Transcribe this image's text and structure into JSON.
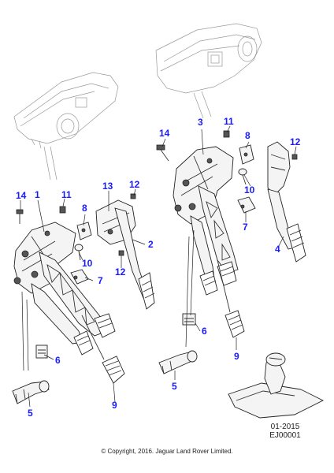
{
  "callouts": [
    {
      "id": "c1",
      "label": "1"
    },
    {
      "id": "c2",
      "label": "2"
    },
    {
      "id": "c3",
      "label": "3"
    },
    {
      "id": "c4",
      "label": "4"
    },
    {
      "id": "c5a",
      "label": "5"
    },
    {
      "id": "c5b",
      "label": "5"
    },
    {
      "id": "c6a",
      "label": "6"
    },
    {
      "id": "c6b",
      "label": "6"
    },
    {
      "id": "c7a",
      "label": "7"
    },
    {
      "id": "c7b",
      "label": "7"
    },
    {
      "id": "c8a",
      "label": "8"
    },
    {
      "id": "c8b",
      "label": "8"
    },
    {
      "id": "c9a",
      "label": "9"
    },
    {
      "id": "c9b",
      "label": "9"
    },
    {
      "id": "c10a",
      "label": "10"
    },
    {
      "id": "c10b",
      "label": "10"
    },
    {
      "id": "c11a",
      "label": "11"
    },
    {
      "id": "c11b",
      "label": "11"
    },
    {
      "id": "c12a",
      "label": "12"
    },
    {
      "id": "c12b",
      "label": "12"
    },
    {
      "id": "c12c",
      "label": "12"
    },
    {
      "id": "c13",
      "label": "13"
    },
    {
      "id": "c14a",
      "label": "14"
    },
    {
      "id": "c14b",
      "label": "14"
    }
  ],
  "reference": {
    "date": "01-2015",
    "code": "EJ00001"
  },
  "copyright": "© Copyright, 2016. Jaguar Land Rover Limited.",
  "colors": {
    "callout": "#1a1aff",
    "line": "#222222",
    "light_line": "#999999"
  }
}
